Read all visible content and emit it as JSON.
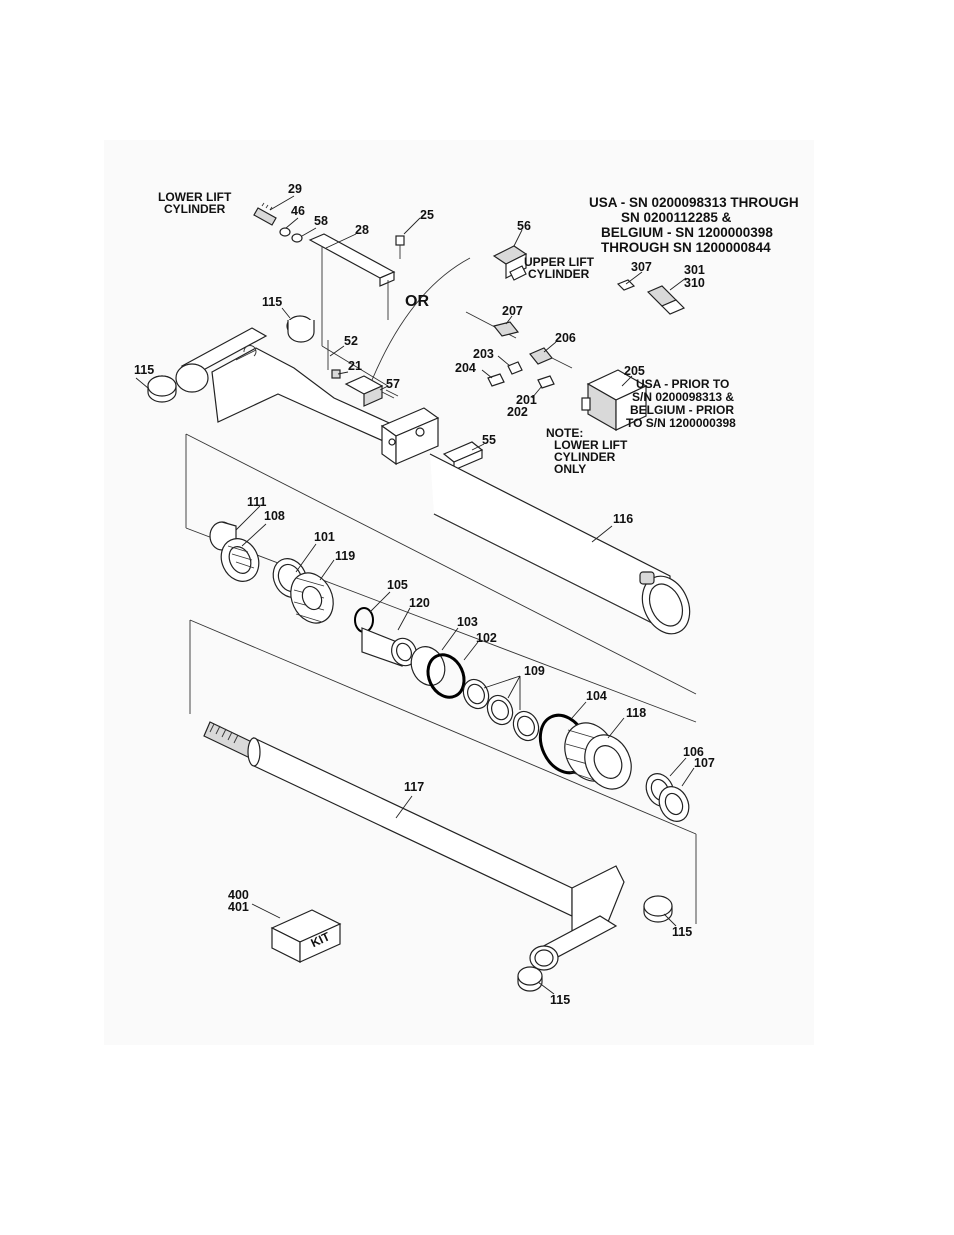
{
  "callouts": {
    "c29": "29",
    "c46": "46",
    "c58": "58",
    "c28": "28",
    "c25": "25",
    "c56": "56",
    "c115a": "115",
    "c115b": "115",
    "c115c": "115",
    "c115d": "115",
    "c52": "52",
    "c21": "21",
    "c57": "57",
    "c55": "55",
    "c207": "207",
    "c206": "206",
    "c203": "203",
    "c204": "204",
    "c201": "201",
    "c202": "202",
    "c205": "205",
    "c307": "307",
    "c301": "301",
    "c310": "310",
    "c111": "111",
    "c108": "108",
    "c116": "116",
    "c101": "101",
    "c119": "119",
    "c105": "105",
    "c120": "120",
    "c103": "103",
    "c102": "102",
    "c109": "109",
    "c104": "104",
    "c118": "118",
    "c106": "106",
    "c107": "107",
    "c117": "117",
    "c400": "400",
    "c401": "401"
  },
  "labels": {
    "lower_lift_1": "LOWER LIFT",
    "lower_lift_2": "CYLINDER",
    "upper_lift_1": "UPPER LIFT",
    "upper_lift_2": "CYLINDER",
    "or": "OR",
    "usa_sn_1": "USA - SN 0200098313 THROUGH",
    "usa_sn_2": "SN 0200112285 &",
    "usa_sn_3": "BELGIUM - SN 1200000398",
    "usa_sn_4": "THROUGH SN 1200000844",
    "prior_1": "USA - PRIOR TO",
    "prior_2": "S/N 0200098313 &",
    "prior_3": "BELGIUM - PRIOR",
    "prior_4": "TO S/N 1200000398",
    "note_1": "NOTE:",
    "note_2": "LOWER LIFT",
    "note_3": "CYLINDER",
    "note_4": "ONLY",
    "kit": "KIT"
  }
}
